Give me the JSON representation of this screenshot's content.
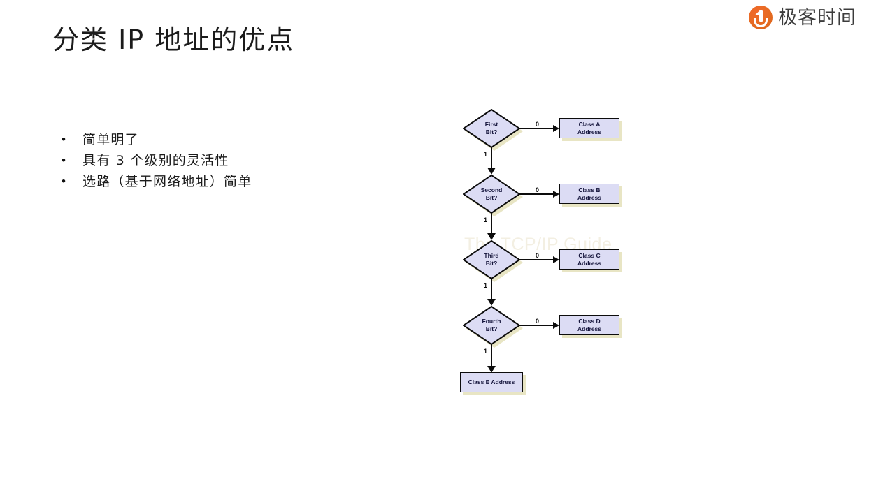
{
  "brand": {
    "name": "极客时间",
    "icon": "geektime-logo-icon",
    "accent_color": "#e8681f"
  },
  "slide": {
    "title": "分类 IP 地址的优点",
    "bullet_marker": "•",
    "bullets": [
      {
        "text": "简单明了"
      },
      {
        "text": "具有 3 个级别的灵活性"
      },
      {
        "text": "选路（基于网络地址）简单"
      }
    ]
  },
  "diagram": {
    "watermark": "The TCP/IP Guide",
    "node_fill": "#dcdcf4",
    "node_shadow": "#e8e5c4",
    "node_border": "#0c0c0c",
    "decisions": [
      {
        "line1": "First",
        "line2": "Bit?",
        "yes_label": "0",
        "no_label": "1"
      },
      {
        "line1": "Second",
        "line2": "Bit?",
        "yes_label": "0",
        "no_label": "1"
      },
      {
        "line1": "Third",
        "line2": "Bit?",
        "yes_label": "0",
        "no_label": "1"
      },
      {
        "line1": "Fourth",
        "line2": "Bit?",
        "yes_label": "0",
        "no_label": "1"
      }
    ],
    "results": [
      {
        "line1": "Class A",
        "line2": "Address"
      },
      {
        "line1": "Class B",
        "line2": "Address"
      },
      {
        "line1": "Class C",
        "line2": "Address"
      },
      {
        "line1": "Class D",
        "line2": "Address"
      }
    ],
    "terminal": {
      "line1": "Class E Address"
    }
  }
}
